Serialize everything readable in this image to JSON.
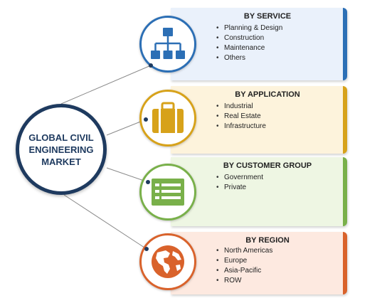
{
  "hub": {
    "title": "GLOBAL CIVIL\nENGINEERING\nMARKET"
  },
  "colors": {
    "hub_border": "#1e3a5f",
    "service": "#2c6fb5",
    "application": "#d7a21a",
    "customer_group": "#79b04a",
    "region": "#d9622b"
  },
  "segments": [
    {
      "id": "service",
      "title": "BY SERVICE",
      "icon": "hierarchy-icon",
      "items": [
        "Planning & Design",
        "Construction",
        "Maintenance",
        "Others"
      ]
    },
    {
      "id": "application",
      "title": "BY APPLICATION",
      "icon": "briefcase-icon",
      "items": [
        "Industrial",
        "Real Estate",
        "Infrastructure"
      ]
    },
    {
      "id": "customer_group",
      "title": "BY CUSTOMER GROUP",
      "icon": "document-list-icon",
      "items": [
        "Government",
        "Private"
      ]
    },
    {
      "id": "region",
      "title": "BY REGION",
      "icon": "globe-icon",
      "items": [
        "North Americas",
        "Europe",
        "Asia-Pacific",
        "ROW"
      ]
    }
  ]
}
